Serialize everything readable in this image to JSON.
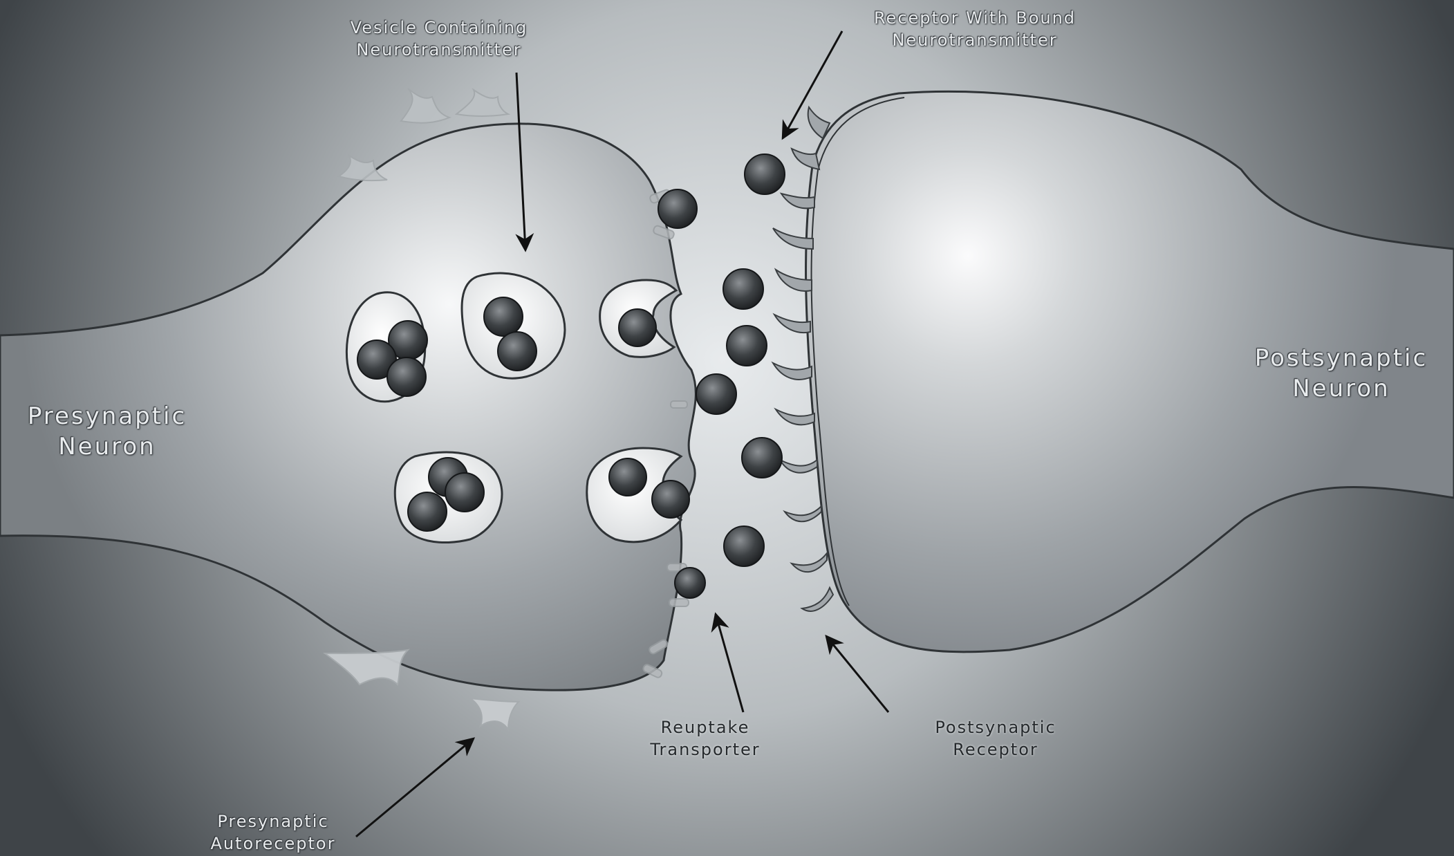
{
  "labels": {
    "vesicle": "Vesicle Containing\nNeurotransmitter",
    "receptor_bound": "Receptor With Bound\nNeurotransmitter",
    "presynaptic_neuron": "Presynaptic\nNeuron",
    "postsynaptic_neuron": "Postsynaptic\nNeuron",
    "reuptake_transporter": "Reuptake\nTransporter",
    "postsynaptic_receptor": "Postsynaptic\nReceptor",
    "presynaptic_autoreceptor": "Presynaptic\nAutoreceptor"
  },
  "colors": {
    "background_light": "#e4e7e9",
    "background_dark": "#44494d",
    "neuron_fill": "#a9aeb2",
    "membrane_outline": "#2f3336",
    "molecule": "#3a3d40",
    "arrow": "#111111"
  }
}
